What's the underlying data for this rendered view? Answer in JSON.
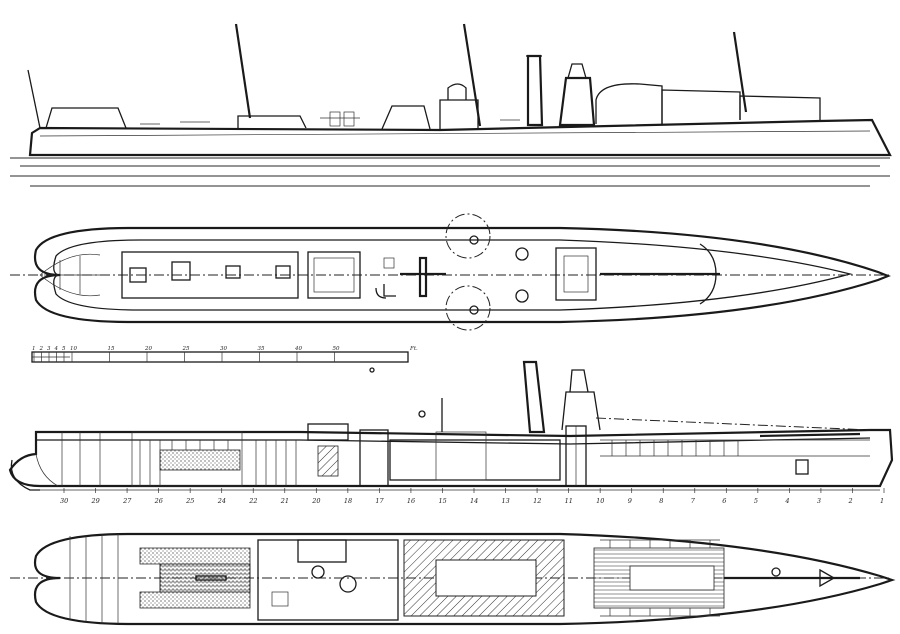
{
  "scale_bar": {
    "ticks": [
      "1",
      "2",
      "3",
      "4",
      "5",
      "10",
      "15",
      "20",
      "25",
      "30",
      "35",
      "40",
      "50"
    ],
    "unit": "Ft."
  },
  "frame_numbers": [
    "30",
    "29",
    "27",
    "26",
    "25",
    "24",
    "22",
    "21",
    "20",
    "18",
    "17",
    "16",
    "15",
    "14",
    "13",
    "12",
    "11",
    "10",
    "9",
    "8",
    "7",
    "6",
    "5",
    "4",
    "3",
    "2",
    "1"
  ],
  "colors": {
    "ink": "#1a1a1a",
    "paper": "#ffffff"
  }
}
